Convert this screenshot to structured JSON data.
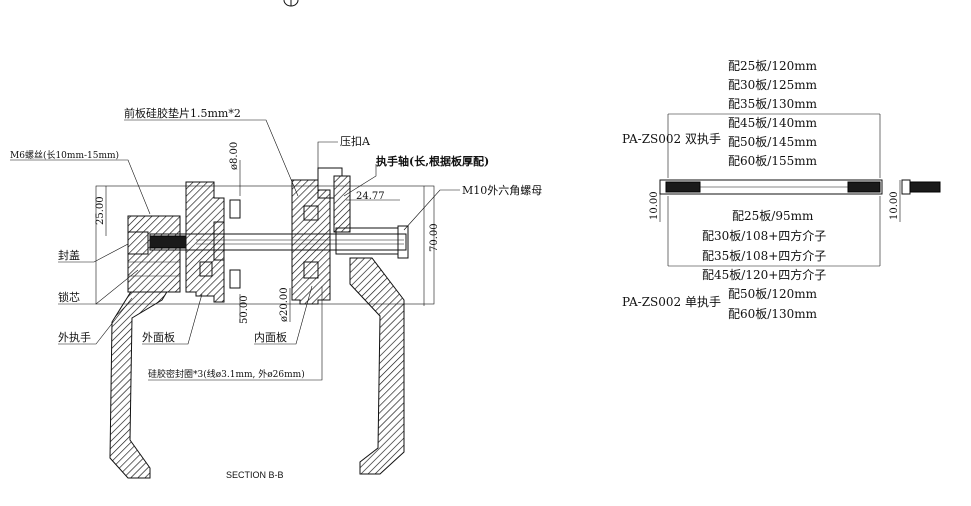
{
  "drawing": {
    "section_caption": "SECTION B-B",
    "left_labels": {
      "front_pad": "前板硅胶垫片1.5mm*2",
      "screw": "M6螺丝(长10mm-15mm)",
      "cap": "封盖",
      "lock_core": "锁芯",
      "outer_handle": "外执手",
      "outer_panel": "外面板",
      "inner_panel": "内面板",
      "clip": "压扣A",
      "handle_shaft": "执手轴(长,根据板厚配)",
      "nut": "M10外六角螺母",
      "seal_ring": "硅胶密封圈*3(线ø3.1mm, 外ø26mm)"
    },
    "dimensions": {
      "d_25": "25.00",
      "d_8": "ø8.00",
      "d_24_77": "24.77",
      "d_70": "70.00",
      "d_50": "50.00",
      "d_20": "ø20.00",
      "d_10_left": "10.00",
      "d_10_right": "10.00"
    },
    "double_handle": {
      "model": "PA-ZS002 双执手",
      "specs": [
        "配25板/120mm",
        "配30板/125mm",
        "配35板/130mm",
        "配45板/140mm",
        "配50板/145mm",
        "配60板/155mm"
      ]
    },
    "single_handle": {
      "model": "PA-ZS002 单执手",
      "specs": [
        "配25板/95mm",
        "配30板/108+四方介子",
        "配35板/108+四方介子",
        "配45板/120+四方介子",
        "配50板/120mm",
        "配60板/130mm"
      ]
    }
  }
}
